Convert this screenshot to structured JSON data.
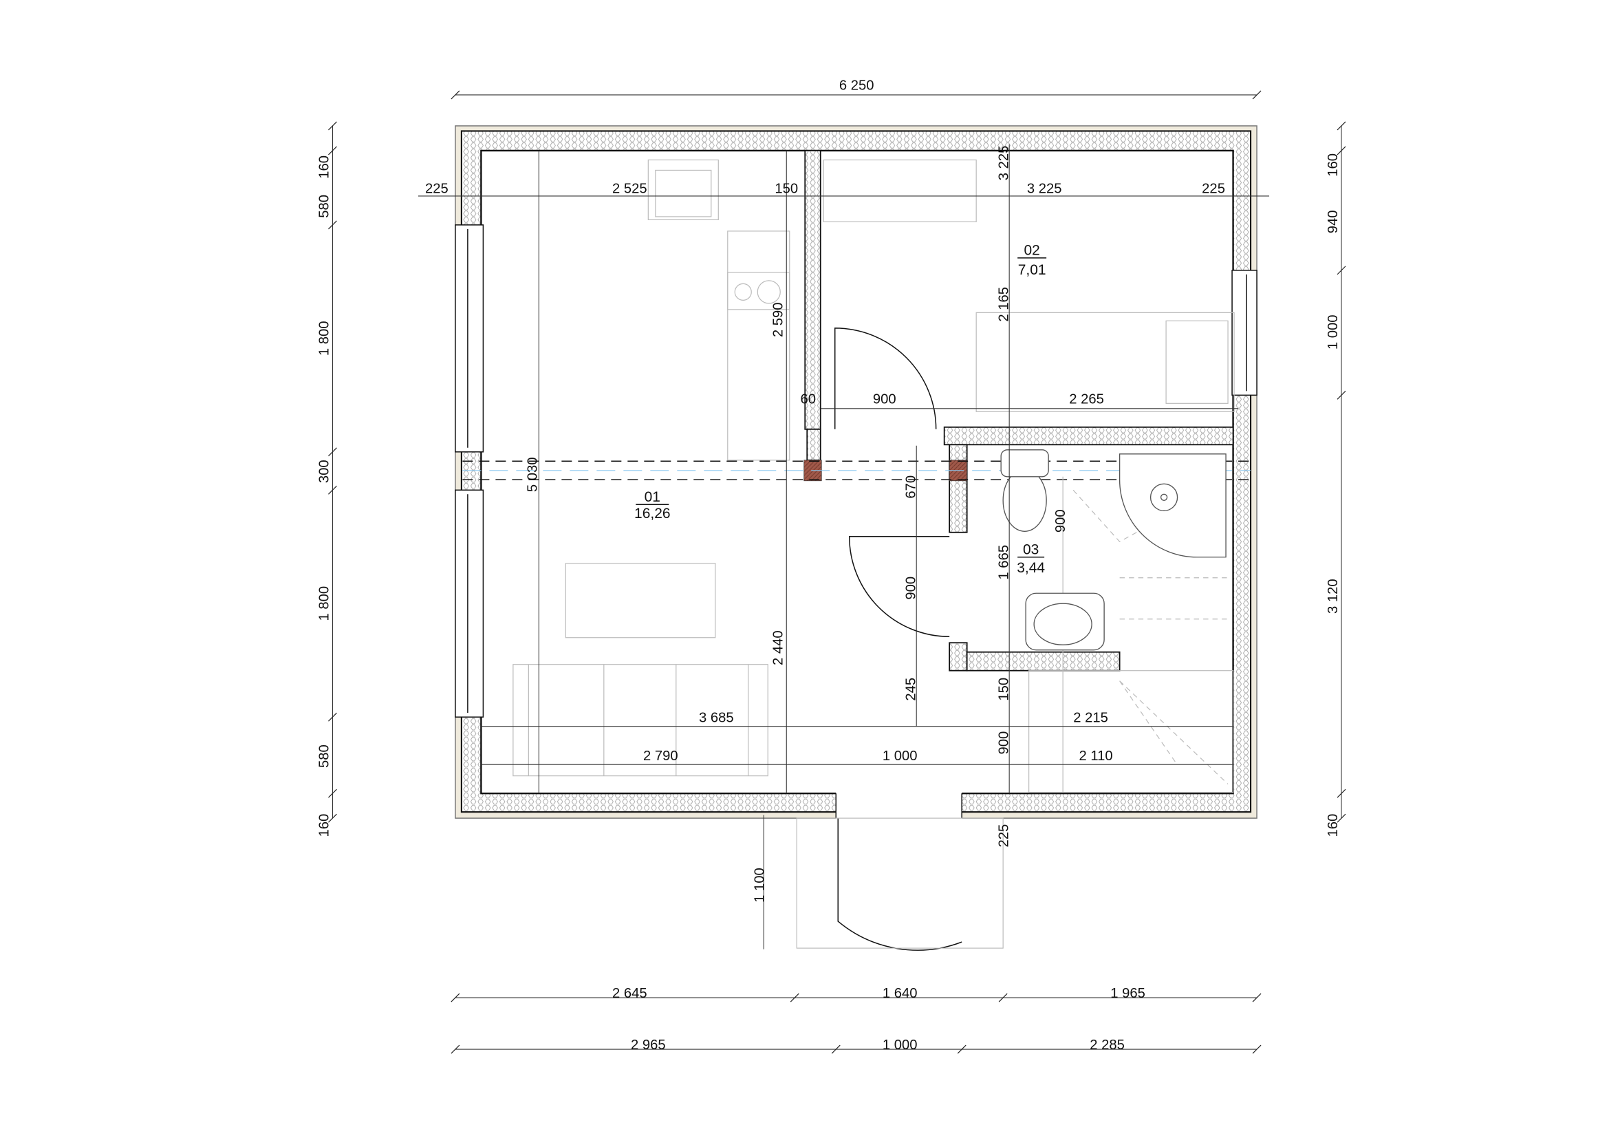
{
  "colors": {
    "outer_cladding": "#efeadc",
    "insulation_hatch": "#999999",
    "wood_post": "#a0594a",
    "axis_line": "#8cc8f0",
    "walls": "#111111"
  },
  "rooms": [
    {
      "number": "01",
      "area": "16,26"
    },
    {
      "number": "02",
      "area": "7,01"
    },
    {
      "number": "03",
      "area": "3,44"
    }
  ],
  "dims": {
    "top_total": "6 250",
    "row1": [
      "225",
      "2 525",
      "150",
      "3 225",
      "225"
    ],
    "v_3225": "3 225",
    "v_2165": "2 165",
    "v_2590": "2 590",
    "row2": [
      "60",
      "900",
      "2 265"
    ],
    "v_5030": "5 030",
    "v_670": "670",
    "v_900_door": "900",
    "v_900_bath": "900",
    "v_1665": "1 665",
    "v_2440": "2 440",
    "v_245": "245",
    "v_150": "150",
    "v_900_stair": "900",
    "row3": [
      "3 685",
      "2 215"
    ],
    "row4": [
      "2 790",
      "1 000",
      "2 110"
    ],
    "v_1100": "1 100",
    "v_225_porch": "225",
    "bottom1": [
      "2 645",
      "1 640",
      "1 965"
    ],
    "bottom2": [
      "2 965",
      "1 000",
      "2 285"
    ],
    "left": [
      "160",
      "580",
      "1 800",
      "300",
      "1 800",
      "580",
      "160"
    ],
    "right": [
      "160",
      "940",
      "1 000",
      "3 120",
      "160"
    ]
  }
}
